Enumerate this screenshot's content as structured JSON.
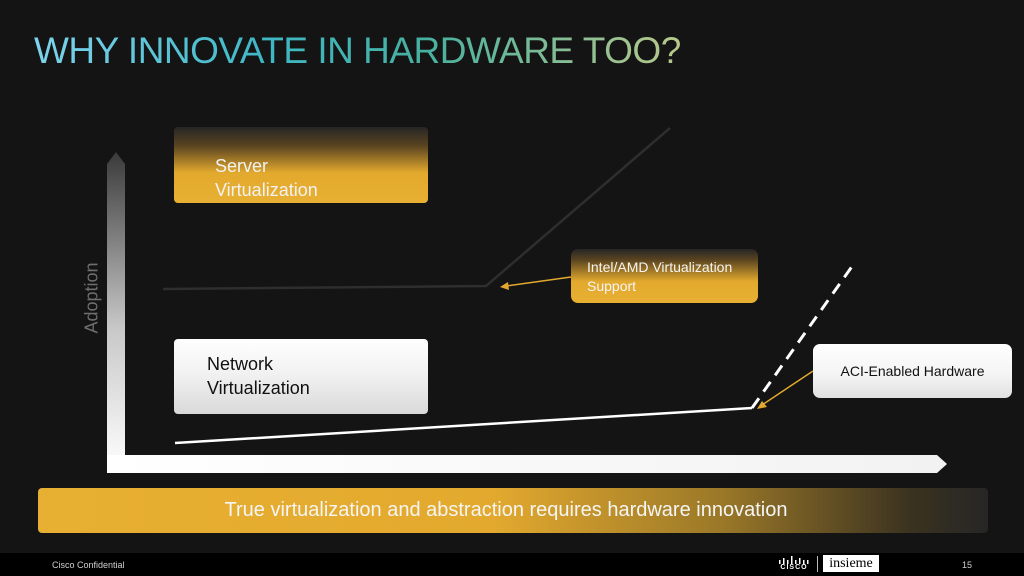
{
  "slide": {
    "title": "WHY INNOVATE IN HARDWARE TOO?",
    "page_number": "15",
    "footer_text": "Cisco Confidential"
  },
  "diagram": {
    "y_axis_label": "Adoption",
    "boxes": {
      "server": [
        "Server",
        "Virtualization"
      ],
      "network": [
        "Network",
        "Virtualization"
      ]
    },
    "callouts": {
      "intel": [
        "Intel/AMD Virtualization",
        "Support"
      ],
      "aci": "ACI-Enabled Hardware"
    }
  },
  "banner": {
    "text": "True virtualization and abstraction requires hardware innovation"
  },
  "logos": {
    "cisco": "CISCO",
    "insieme": "insieme"
  },
  "colors": {
    "background": "#141414",
    "accent_gold": "#e8b032",
    "title_teal": "#3fb8c6",
    "network_box": "#f0f0f0",
    "axis": "#ffffff"
  }
}
